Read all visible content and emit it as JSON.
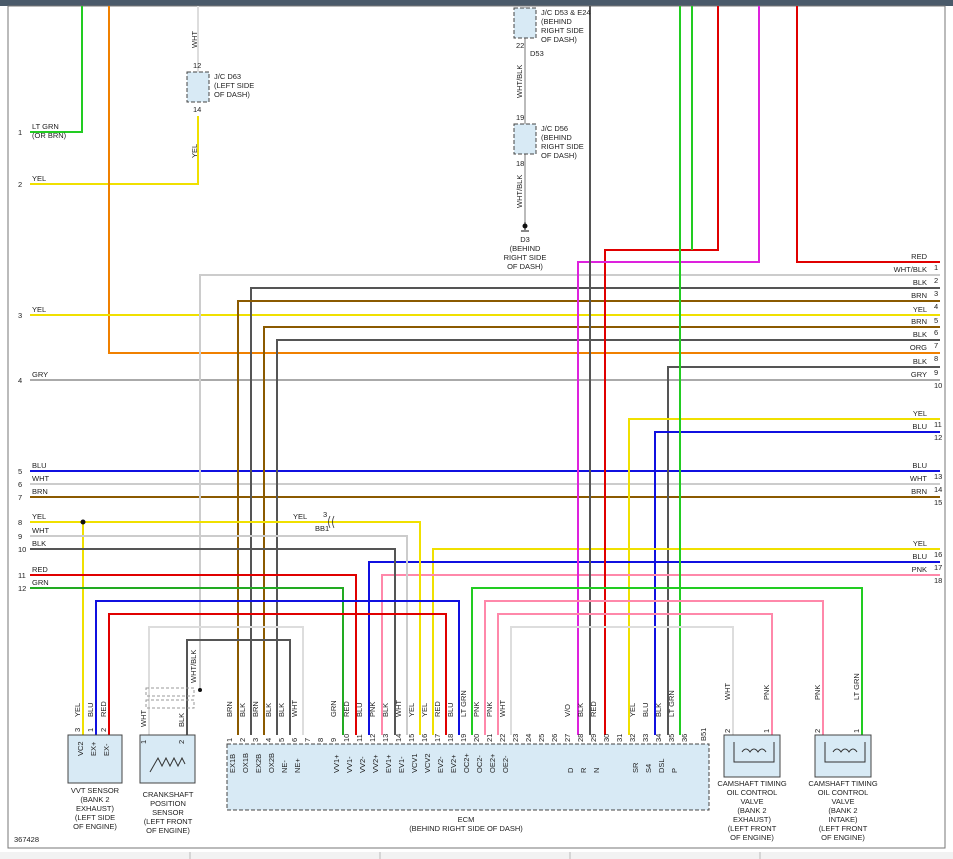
{
  "header_bar_color": "#4a5a6a",
  "figure_id": "367428",
  "connectors": {
    "jc_d63": [
      "J/C D63",
      "(LEFT SIDE",
      "OF DASH)"
    ],
    "jc_d53": [
      "J/C D53 & E24",
      "(BEHIND",
      "RIGHT SIDE",
      "OF DASH)"
    ],
    "jc_d56": [
      "J/C D56",
      "(BEHIND",
      "RIGHT SIDE",
      "OF DASH)"
    ],
    "d3": [
      "D3",
      "(BEHIND",
      "RIGHT SIDE",
      "OF DASH)"
    ],
    "d63_pin_top": "12",
    "d63_pin_bot": "14",
    "d53_pin": "22",
    "d53_label": "D53",
    "d56_pin_top": "19",
    "d56_pin_bot": "18",
    "bb1_pin": "3",
    "bb1_label": "BB1"
  },
  "vertical_wire_labels": {
    "wht_top": "WHT",
    "yel_mid": "YEL",
    "whtblk_1": "WHT/BLK",
    "whtblk_2": "WHT/BLK"
  },
  "left_wires": [
    {
      "num": "1",
      "label": "LT GRN",
      "label2": "(OR BRN)",
      "color": "#22cc22"
    },
    {
      "num": "2",
      "label": "YEL",
      "color": "#f0e000"
    },
    {
      "num": "3",
      "label": "YEL",
      "color": "#f0e000"
    },
    {
      "num": "4",
      "label": "GRY",
      "color": "#aaaaaa"
    },
    {
      "num": "5",
      "label": "BLU",
      "color": "#1010e0"
    },
    {
      "num": "6",
      "label": "WHT",
      "color": "#cccccc"
    },
    {
      "num": "7",
      "label": "BRN",
      "color": "#8b5a00"
    },
    {
      "num": "8",
      "label": "YEL",
      "color": "#f0e000"
    },
    {
      "num": "9",
      "label": "WHT",
      "color": "#cccccc"
    },
    {
      "num": "10",
      "label": "BLK",
      "color": "#333333"
    },
    {
      "num": "11",
      "label": "RED",
      "color": "#e00000"
    },
    {
      "num": "12",
      "label": "GRN",
      "color": "#22aa22"
    }
  ],
  "right_wires": [
    {
      "num": "1",
      "label": "RED",
      "color": "#e00000"
    },
    {
      "num": "2",
      "label": "WHT/BLK",
      "color": "#aaaaaa"
    },
    {
      "num": "3",
      "label": "BLK",
      "color": "#333333"
    },
    {
      "num": "4",
      "label": "BRN",
      "color": "#8b5a00"
    },
    {
      "num": "5",
      "label": "YEL",
      "color": "#f0e000"
    },
    {
      "num": "6",
      "label": "BRN",
      "color": "#8b5a00"
    },
    {
      "num": "7",
      "label": "BLK",
      "color": "#333333"
    },
    {
      "num": "8",
      "label": "ORG",
      "color": "#f08000"
    },
    {
      "num": "9",
      "label": "BLK",
      "color": "#333333"
    },
    {
      "num": "10",
      "label": "GRY",
      "color": "#aaaaaa"
    },
    {
      "num": "11",
      "label": "YEL",
      "color": "#f0e000"
    },
    {
      "num": "12",
      "label": "BLU",
      "color": "#1010e0"
    },
    {
      "num": "13",
      "label": "BLU",
      "color": "#1010e0"
    },
    {
      "num": "14",
      "label": "WHT",
      "color": "#cccccc"
    },
    {
      "num": "15",
      "label": "BRN",
      "color": "#8b5a00"
    },
    {
      "num": "16",
      "label": "YEL",
      "color": "#f0e000"
    },
    {
      "num": "17",
      "label": "BLU",
      "color": "#1010e0"
    },
    {
      "num": "18",
      "label": "PNK",
      "color": "#ff88aa"
    }
  ],
  "inline_labels": {
    "yel_bb1": "YEL"
  },
  "ecm": {
    "label": "ECM",
    "sublabel": "(BEHIND RIGHT SIDE OF DASH)",
    "b51": "B51",
    "pins": [
      {
        "n": "1",
        "wire": "BRN",
        "sig": "EX1B"
      },
      {
        "n": "2",
        "wire": "BLK",
        "sig": "OX1B"
      },
      {
        "n": "3",
        "wire": "BRN",
        "sig": "EX2B"
      },
      {
        "n": "4",
        "wire": "BLK",
        "sig": "OX2B"
      },
      {
        "n": "5",
        "wire": "BLK",
        "sig": "NE-"
      },
      {
        "n": "6",
        "wire": "WHT",
        "sig": "NE+"
      },
      {
        "n": "7",
        "wire": "",
        "sig": ""
      },
      {
        "n": "8",
        "wire": "",
        "sig": ""
      },
      {
        "n": "9",
        "wire": "GRN",
        "sig": "VV1+"
      },
      {
        "n": "10",
        "wire": "RED",
        "sig": "VV1-"
      },
      {
        "n": "11",
        "wire": "BLU",
        "sig": "VV2-"
      },
      {
        "n": "12",
        "wire": "PNK",
        "sig": "VV2+"
      },
      {
        "n": "13",
        "wire": "BLK",
        "sig": "EV1+"
      },
      {
        "n": "14",
        "wire": "WHT",
        "sig": "EV1-"
      },
      {
        "n": "15",
        "wire": "YEL",
        "sig": "VCV1"
      },
      {
        "n": "16",
        "wire": "YEL",
        "sig": "VCV2"
      },
      {
        "n": "17",
        "wire": "RED",
        "sig": "EV2-"
      },
      {
        "n": "18",
        "wire": "BLU",
        "sig": "EV2+"
      },
      {
        "n": "19",
        "wire": "LT GRN",
        "sig": "OC2+"
      },
      {
        "n": "20",
        "wire": "PNK",
        "sig": "OC2-"
      },
      {
        "n": "21",
        "wire": "PNK",
        "sig": "OE2+"
      },
      {
        "n": "22",
        "wire": "WHT",
        "sig": "OE2-"
      },
      {
        "n": "23",
        "wire": "",
        "sig": ""
      },
      {
        "n": "24",
        "wire": "",
        "sig": ""
      },
      {
        "n": "25",
        "wire": "",
        "sig": ""
      },
      {
        "n": "26",
        "wire": "",
        "sig": ""
      },
      {
        "n": "27",
        "wire": "V/O",
        "sig": "D"
      },
      {
        "n": "28",
        "wire": "BLK",
        "sig": "R"
      },
      {
        "n": "29",
        "wire": "RED",
        "sig": "N"
      },
      {
        "n": "30",
        "wire": "",
        "sig": ""
      },
      {
        "n": "31",
        "wire": "",
        "sig": ""
      },
      {
        "n": "32",
        "wire": "YEL",
        "sig": "SR"
      },
      {
        "n": "33",
        "wire": "BLU",
        "sig": "S4"
      },
      {
        "n": "34",
        "wire": "BLK",
        "sig": "DSL"
      },
      {
        "n": "35",
        "wire": "LT GRN",
        "sig": "P"
      },
      {
        "n": "36",
        "wire": "",
        "sig": ""
      }
    ]
  },
  "vvt_sensor": {
    "label": [
      "VVT SENSOR",
      "(BANK 2",
      "EXHAUST)",
      "(LEFT SIDE",
      "OF ENGINE)"
    ],
    "pins": [
      {
        "n": "3",
        "wire": "YEL",
        "sig": "VC2"
      },
      {
        "n": "1",
        "wire": "BLU",
        "sig": "EX+"
      },
      {
        "n": "2",
        "wire": "RED",
        "sig": "EX-"
      }
    ]
  },
  "crank_sensor": {
    "label": [
      "CRANKSHAFT",
      "POSITION",
      "SENSOR",
      "(LEFT FRONT",
      "OF ENGINE)"
    ],
    "pins": [
      {
        "n": "1",
        "wire": "WHT"
      },
      {
        "n": "2",
        "wire": "BLK"
      }
    ],
    "shield_label": "WHT/BLK"
  },
  "cam_valve_exh": {
    "label": [
      "CAMSHAFT TIMING",
      "OIL CONTROL",
      "VALVE",
      "(BANK 2",
      "EXHAUST)",
      "(LEFT FRONT",
      "OF ENGINE)"
    ],
    "pins": [
      {
        "n": "2",
        "wire": "WHT"
      },
      {
        "n": "1",
        "wire": "PNK"
      }
    ]
  },
  "cam_valve_int": {
    "label": [
      "CAMSHAFT TIMING",
      "OIL CONTROL",
      "VALVE",
      "(BANK 2",
      "INTAKE)",
      "(LEFT FRONT",
      "OF ENGINE)"
    ],
    "pins": [
      {
        "n": "2",
        "wire": "PNK"
      },
      {
        "n": "1",
        "wire": "LT GRN"
      }
    ]
  },
  "footer_tabs": [
    "",
    "",
    "",
    "",
    ""
  ]
}
